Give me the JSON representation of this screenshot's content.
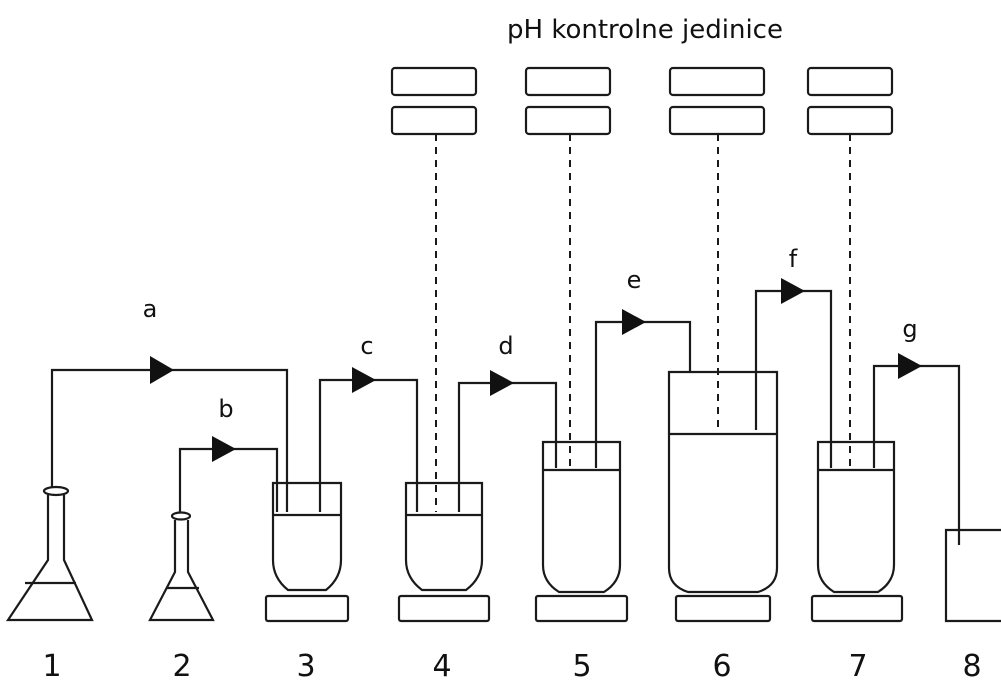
{
  "title": "pH kontrolne jedinice",
  "vessel_numbers": [
    "1",
    "2",
    "3",
    "4",
    "5",
    "6",
    "7",
    "8"
  ],
  "flow_labels": [
    "a",
    "b",
    "c",
    "d",
    "e",
    "f",
    "g"
  ]
}
